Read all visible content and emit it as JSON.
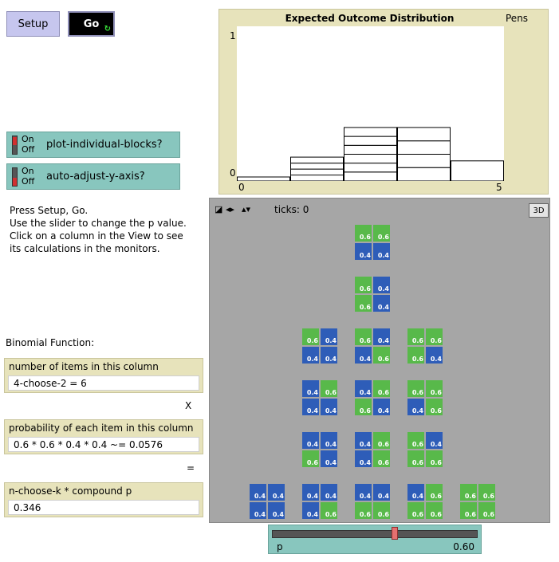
{
  "buttons": {
    "setup_label": "Setup",
    "go_label": "Go",
    "go_forever_glyph": "↻"
  },
  "switches": [
    {
      "label": "plot-individual-blocks?",
      "on_label": "On",
      "off_label": "Off",
      "state": "on"
    },
    {
      "label": "auto-adjust-y-axis?",
      "on_label": "On",
      "off_label": "Off",
      "state": "off"
    }
  ],
  "info": {
    "lines": [
      "Press Setup, Go.",
      "Use the slider to change the p value.",
      "Click on a column in the View to see",
      "its calculations in the monitors."
    ]
  },
  "section_label": "Binomial Function:",
  "monitors": [
    {
      "label": "number of items in this column",
      "value": "4-choose-2 = 6"
    },
    {
      "label": "probability of each item in this column",
      "value": "0.6 * 0.6 * 0.4 * 0.4 ~= 0.0576"
    },
    {
      "label": "n-choose-k * compound p",
      "value": "0.346"
    }
  ],
  "operators": {
    "times": "X",
    "equals": "="
  },
  "plot": {
    "title": "Expected Outcome Distribution",
    "pens_label": "Pens",
    "y_min_label": "0",
    "y_max_label": "1",
    "x_min_label": "0",
    "x_max_label": "5",
    "chart_data": {
      "type": "bar",
      "x_range": [
        0,
        5
      ],
      "y_range": [
        0,
        1
      ],
      "bars": [
        {
          "x": 0,
          "value": 0.026,
          "blocks": 1
        },
        {
          "x": 1,
          "value": 0.154,
          "blocks": 4
        },
        {
          "x": 2,
          "value": 0.346,
          "blocks": 6
        },
        {
          "x": 3,
          "value": 0.346,
          "blocks": 4
        },
        {
          "x": 4,
          "value": 0.13,
          "blocks": 1
        }
      ]
    }
  },
  "view": {
    "ticks_label": "ticks: 0",
    "three_d_label": "3D",
    "controls": [
      "◪",
      "◂▸",
      "▴▾"
    ]
  },
  "colors": {
    "green": "#58b94a",
    "blue": "#2e5db8",
    "view_bg": "#a6a6a6",
    "monitor_bg": "#e7e3bb",
    "widget_bg": "#88c6be"
  },
  "blocks": [
    {
      "col": 0,
      "row": 0,
      "cells": [
        "0.4",
        "0.4",
        "0.4",
        "0.4"
      ],
      "colors": [
        "b",
        "b",
        "b",
        "b"
      ]
    },
    {
      "col": 1,
      "row": 0,
      "cells": [
        "0.4",
        "0.4",
        "0.4",
        "0.6"
      ],
      "colors": [
        "b",
        "b",
        "b",
        "g"
      ]
    },
    {
      "col": 1,
      "row": 1,
      "cells": [
        "0.4",
        "0.4",
        "0.6",
        "0.4"
      ],
      "colors": [
        "b",
        "b",
        "g",
        "b"
      ]
    },
    {
      "col": 1,
      "row": 2,
      "cells": [
        "0.4",
        "0.6",
        "0.4",
        "0.4"
      ],
      "colors": [
        "b",
        "g",
        "b",
        "b"
      ]
    },
    {
      "col": 1,
      "row": 3,
      "cells": [
        "0.6",
        "0.4",
        "0.4",
        "0.4"
      ],
      "colors": [
        "g",
        "b",
        "b",
        "b"
      ]
    },
    {
      "col": 2,
      "row": 0,
      "cells": [
        "0.4",
        "0.4",
        "0.6",
        "0.6"
      ],
      "colors": [
        "b",
        "b",
        "g",
        "g"
      ]
    },
    {
      "col": 2,
      "row": 1,
      "cells": [
        "0.4",
        "0.6",
        "0.4",
        "0.6"
      ],
      "colors": [
        "b",
        "g",
        "b",
        "g"
      ]
    },
    {
      "col": 2,
      "row": 2,
      "cells": [
        "0.4",
        "0.6",
        "0.6",
        "0.4"
      ],
      "colors": [
        "b",
        "g",
        "g",
        "b"
      ]
    },
    {
      "col": 2,
      "row": 3,
      "cells": [
        "0.6",
        "0.4",
        "0.4",
        "0.6"
      ],
      "colors": [
        "g",
        "b",
        "b",
        "g"
      ]
    },
    {
      "col": 2,
      "row": 4,
      "cells": [
        "0.6",
        "0.4",
        "0.6",
        "0.4"
      ],
      "colors": [
        "g",
        "b",
        "g",
        "b"
      ]
    },
    {
      "col": 2,
      "row": 5,
      "cells": [
        "0.6",
        "0.6",
        "0.4",
        "0.4"
      ],
      "colors": [
        "g",
        "g",
        "b",
        "b"
      ]
    },
    {
      "col": 3,
      "row": 0,
      "cells": [
        "0.4",
        "0.6",
        "0.6",
        "0.6"
      ],
      "colors": [
        "b",
        "g",
        "g",
        "g"
      ]
    },
    {
      "col": 3,
      "row": 1,
      "cells": [
        "0.6",
        "0.4",
        "0.6",
        "0.6"
      ],
      "colors": [
        "g",
        "b",
        "g",
        "g"
      ]
    },
    {
      "col": 3,
      "row": 2,
      "cells": [
        "0.6",
        "0.6",
        "0.4",
        "0.6"
      ],
      "colors": [
        "g",
        "g",
        "b",
        "g"
      ]
    },
    {
      "col": 3,
      "row": 3,
      "cells": [
        "0.6",
        "0.6",
        "0.6",
        "0.4"
      ],
      "colors": [
        "g",
        "g",
        "g",
        "b"
      ]
    },
    {
      "col": 4,
      "row": 0,
      "cells": [
        "0.6",
        "0.6",
        "0.6",
        "0.6"
      ],
      "colors": [
        "g",
        "g",
        "g",
        "g"
      ]
    }
  ],
  "slider": {
    "label": "p",
    "value": "0.60",
    "fraction": 0.6
  }
}
